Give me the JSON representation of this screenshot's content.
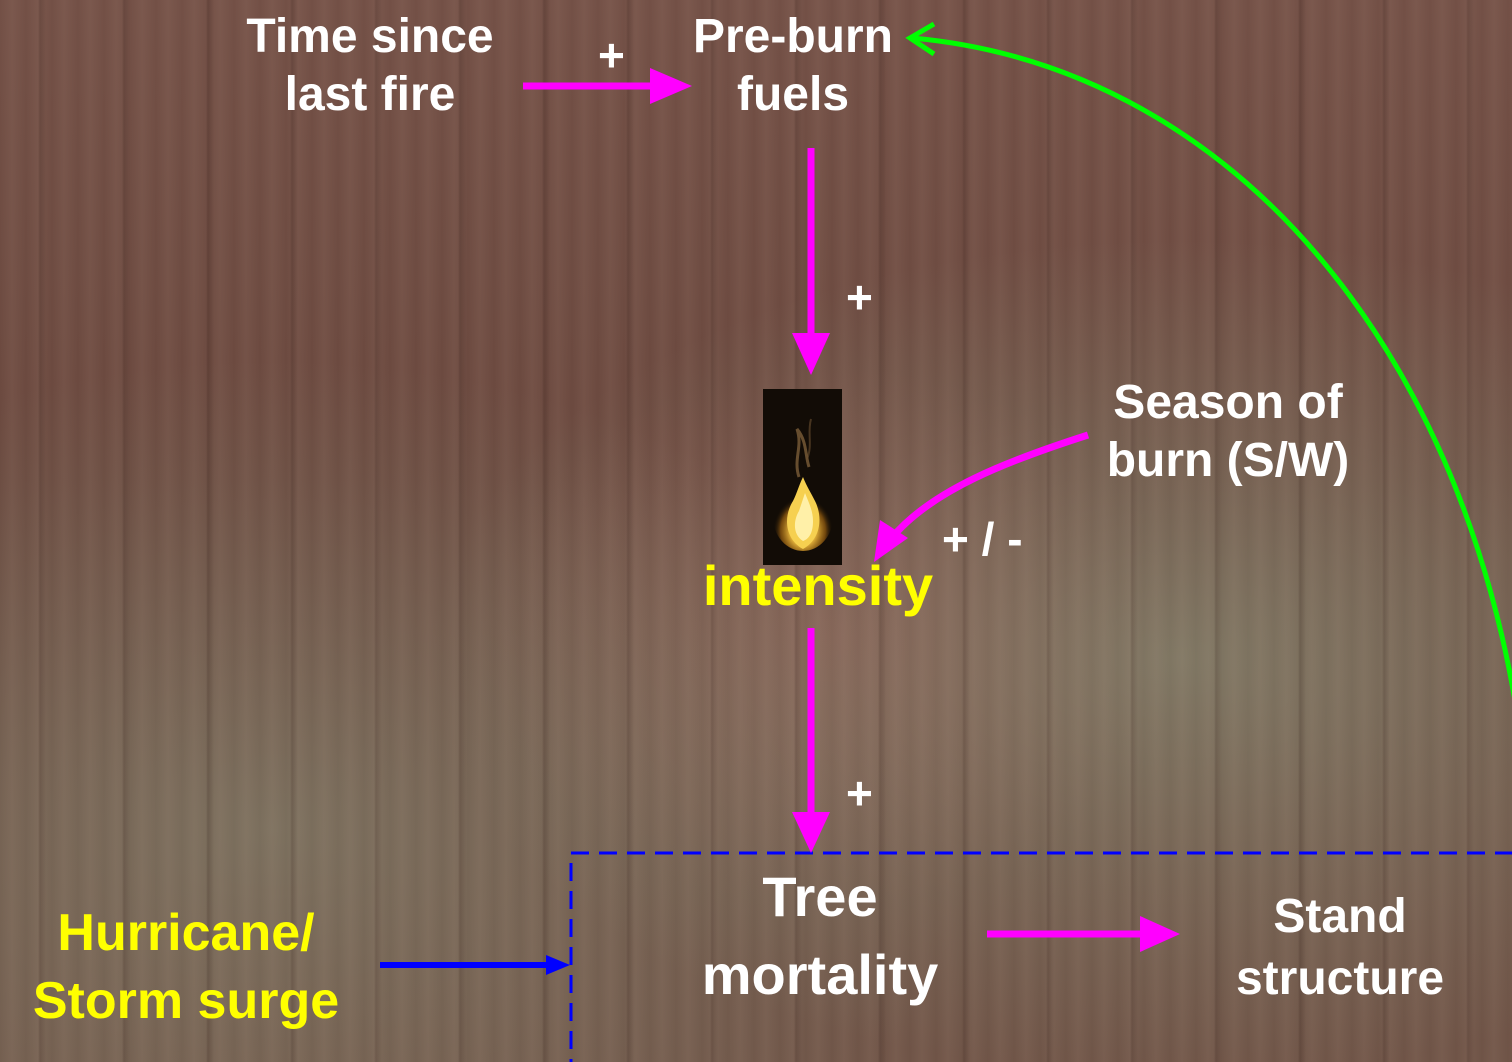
{
  "nodes": {
    "time_since": {
      "line1": "Time since",
      "line2": "last fire"
    },
    "pre_burn": {
      "line1": "Pre-burn",
      "line2": "fuels"
    },
    "season": {
      "line1": "Season of",
      "line2": "burn (S/W)"
    },
    "intensity": {
      "label": "intensity"
    },
    "tree_mortality": {
      "line1": "Tree",
      "line2": "mortality"
    },
    "stand_structure": {
      "line1": "Stand",
      "line2": "structure"
    },
    "hurricane": {
      "line1": "Hurricane/",
      "line2": "Storm surge"
    }
  },
  "signs": {
    "time_to_fuels": "+",
    "fuels_to_intensity": "+",
    "season_to_intensity": "+ / -",
    "intensity_to_mortality": "+"
  },
  "icons": {
    "fire": "fire-icon"
  },
  "colors": {
    "positive_arrow": "#ff00ff",
    "feedback_arrow": "#00ff00",
    "hurricane_arrow": "#0000ff",
    "box_border": "#0000ff",
    "highlight_text": "#ffff00",
    "text": "#ffffff"
  }
}
